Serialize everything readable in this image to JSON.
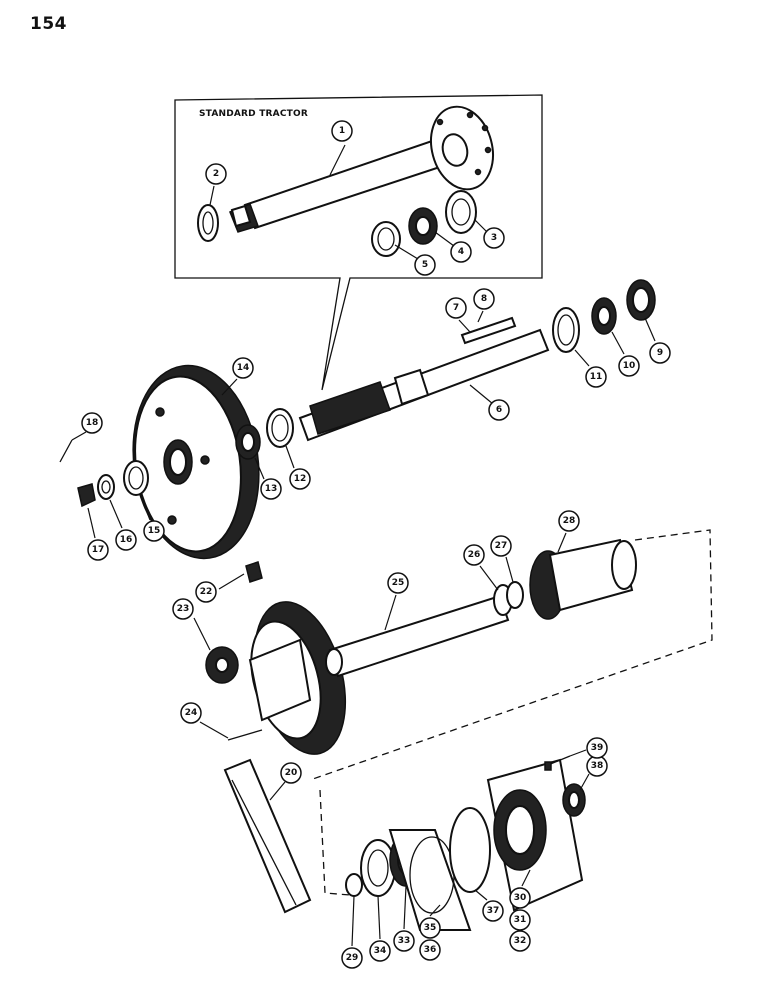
{
  "page": {
    "number": "154"
  },
  "inset": {
    "title": "STANDARD TRACTOR"
  },
  "callouts": [
    "1",
    "2",
    "3",
    "4",
    "5",
    "6",
    "7",
    "8",
    "9",
    "10",
    "11",
    "12",
    "13",
    "14",
    "15",
    "16",
    "17",
    "18",
    "20",
    "22",
    "23",
    "24",
    "25",
    "26",
    "27",
    "28",
    "29",
    "30",
    "31",
    "32",
    "33",
    "34",
    "35",
    "36",
    "37",
    "38",
    "39"
  ]
}
